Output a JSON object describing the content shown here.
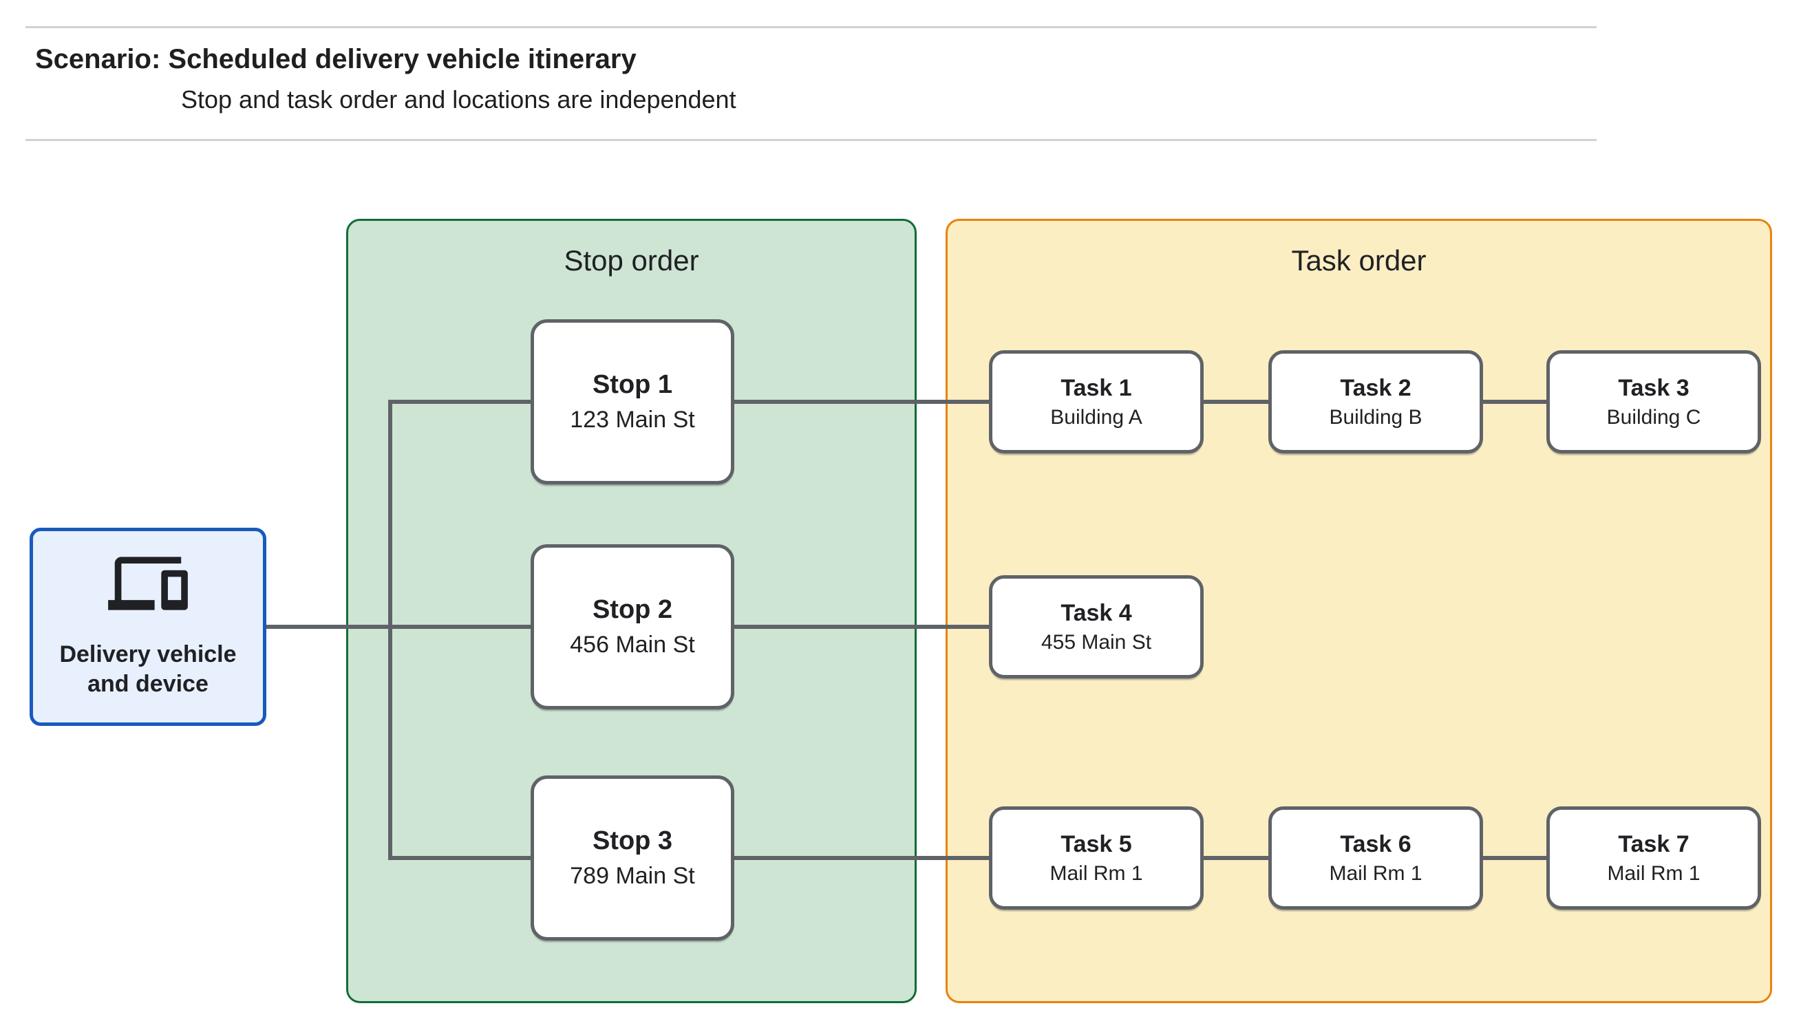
{
  "header": {
    "title": "Scenario: Scheduled delivery vehicle itinerary",
    "subtitle": "Stop and task order and locations are independent"
  },
  "device_node": {
    "icon": "devices-icon",
    "label_line1": "Delivery vehicle",
    "label_line2": "and device"
  },
  "stop_panel": {
    "label": "Stop order"
  },
  "task_panel": {
    "label": "Task order"
  },
  "stops": [
    {
      "title": "Stop 1",
      "location": "123 Main St"
    },
    {
      "title": "Stop 2",
      "location": "456 Main St"
    },
    {
      "title": "Stop 3",
      "location": "789 Main St"
    }
  ],
  "tasks": [
    {
      "title": "Task 1",
      "location": "Building A"
    },
    {
      "title": "Task 2",
      "location": "Building B"
    },
    {
      "title": "Task 3",
      "location": "Building C"
    },
    {
      "title": "Task 4",
      "location": "455 Main St"
    },
    {
      "title": "Task 5",
      "location": "Mail Rm 1"
    },
    {
      "title": "Task 6",
      "location": "Mail Rm 1"
    },
    {
      "title": "Task 7",
      "location": "Mail Rm 1"
    }
  ],
  "colors": {
    "stop_panel_fill": "#cee5d3",
    "stop_panel_border": "#136b36",
    "task_panel_fill": "#fceec3",
    "task_panel_border": "#e8830a",
    "device_fill": "#e8f0fe",
    "device_border": "#185abc",
    "node_border": "#5f6368",
    "connector": "#5f6368",
    "text": "#202124",
    "separator": "#d2d2d2"
  }
}
